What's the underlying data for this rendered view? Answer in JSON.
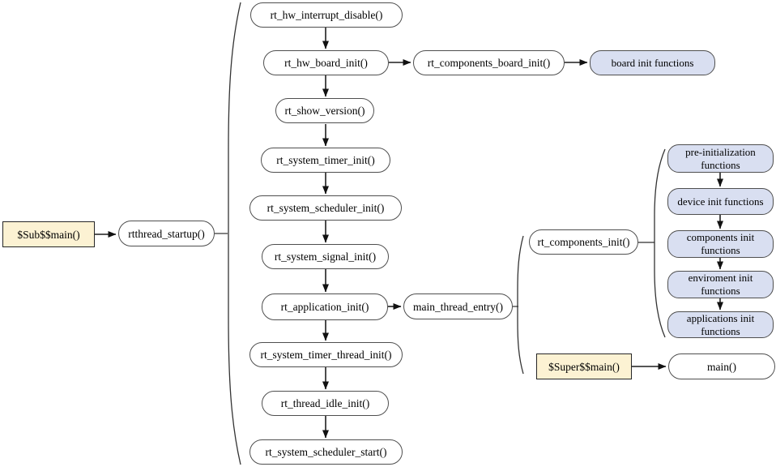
{
  "nodes": {
    "sub_main": "$Sub$$main()",
    "rtthread_startup": "rtthread_startup()",
    "rt_hw_interrupt_disable": "rt_hw_interrupt_disable()",
    "rt_hw_board_init": "rt_hw_board_init()",
    "rt_components_board_init": "rt_components_board_init()",
    "board_init_functions": "board init functions",
    "rt_show_version": "rt_show_version()",
    "rt_system_timer_init": "rt_system_timer_init()",
    "rt_system_scheduler_init": "rt_system_scheduler_init()",
    "rt_system_signal_init": "rt_system_signal_init()",
    "rt_application_init": "rt_application_init()",
    "main_thread_entry": "main_thread_entry()",
    "rt_components_init": "rt_components_init()",
    "pre_initialization_functions": "pre-initialization functions",
    "device_init_functions": "device init functions",
    "components_init_functions": "components init functions",
    "enviroment_init_functions": "enviroment init functions",
    "applications_init_functions": "applications init functions",
    "super_main": "$Super$$main()",
    "main": "main()",
    "rt_system_timer_thread_init": "rt_system_timer_thread_init()",
    "rt_thread_idle_init": "rt_thread_idle_init()",
    "rt_system_scheduler_start": "rt_system_scheduler_start()"
  },
  "colors": {
    "callout_fill": "#fcf2d3",
    "callout_border": "#262626",
    "group_fill": "#d9dff1",
    "node_fill": "#ffffff",
    "node_border": "#4f4f4f",
    "line_color": "#1f1f1f"
  }
}
